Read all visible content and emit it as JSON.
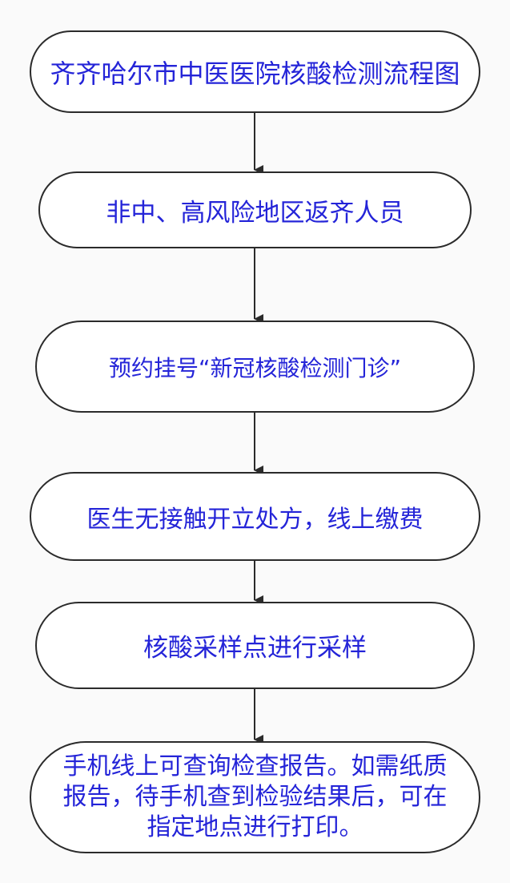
{
  "flow": {
    "steps": [
      "齐齐哈尔市中医医院核酸检测流程图",
      "非中、高风险地区返齐人员",
      "预约挂号“新冠核酸检测门诊”",
      "医生无接触开立处方，线上缴费",
      "核酸采样点进行采样",
      "手机线上可查询检查报告。如需纸质\n报告，待手机查到检验结果后，可在\n指定地点进行打印。"
    ]
  },
  "colors": {
    "text": "#2424d8",
    "border": "#2b2b2b",
    "arrow": "#2b2b2b",
    "node_fill": "#ffffff",
    "background": "#fafafa"
  }
}
